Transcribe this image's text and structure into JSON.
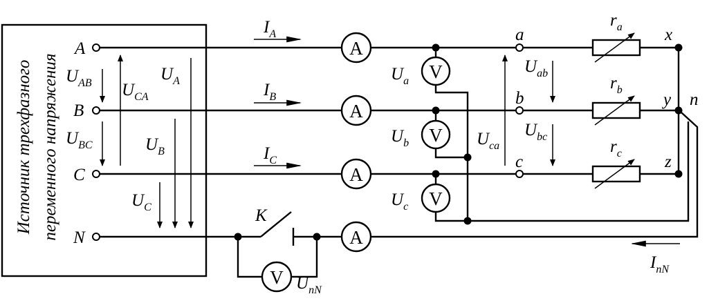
{
  "source": {
    "line1": "Источник трехфазного",
    "line2": "переменного напряжения",
    "phases": [
      "A",
      "B",
      "C",
      "N"
    ]
  },
  "voltage_labels": {
    "U_AB": {
      "base": "U",
      "sub": "AB"
    },
    "U_CA": {
      "base": "U",
      "sub": "CA"
    },
    "U_A": {
      "base": "U",
      "sub": "A"
    },
    "U_BC": {
      "base": "U",
      "sub": "BC"
    },
    "U_B": {
      "base": "U",
      "sub": "B"
    },
    "U_C": {
      "base": "U",
      "sub": "C"
    },
    "U_a": {
      "base": "U",
      "sub": "a"
    },
    "U_b": {
      "base": "U",
      "sub": "b"
    },
    "U_c": {
      "base": "U",
      "sub": "c"
    },
    "U_ca": {
      "base": "U",
      "sub": "ca"
    },
    "U_ab": {
      "base": "U",
      "sub": "ab"
    },
    "U_bc": {
      "base": "U",
      "sub": "bc"
    },
    "U_nN": {
      "base": "U",
      "sub": "nN"
    }
  },
  "current_labels": {
    "I_A": {
      "base": "I",
      "sub": "A"
    },
    "I_B": {
      "base": "I",
      "sub": "B"
    },
    "I_C": {
      "base": "I",
      "sub": "C"
    },
    "I_nN": {
      "base": "I",
      "sub": "nN"
    }
  },
  "resistors": {
    "r_a": {
      "base": "r",
      "sub": "a"
    },
    "r_b": {
      "base": "r",
      "sub": "b"
    },
    "r_c": {
      "base": "r",
      "sub": "c"
    }
  },
  "points": {
    "a": "a",
    "b": "b",
    "c": "c",
    "x": "x",
    "y": "y",
    "z": "z",
    "n": "n"
  },
  "switch_label": "K",
  "meters": {
    "ammeter": "A",
    "voltmeter": "V"
  }
}
